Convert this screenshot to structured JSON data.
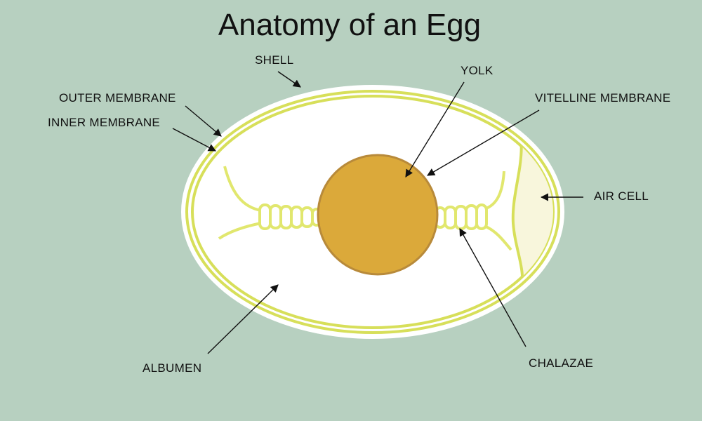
{
  "title": "Anatomy of an Egg",
  "labels": {
    "shell": "SHELL",
    "outer_membrane": "OUTER MEMBRANE",
    "inner_membrane": "INNER MEMBRANE",
    "yolk": "YOLK",
    "vitelline_membrane": "VITELLINE MEMBRANE",
    "air_cell": "AIR CELL",
    "albumen": "ALBUMEN",
    "chalazae": "CHALAZAE"
  },
  "colors": {
    "background": "#b7d0c0",
    "shell": "#ffffff",
    "membrane": "#d7df5a",
    "albumen": "#ffffff",
    "air_cell": "#f8f6dc",
    "chalazae": "#e1e76e",
    "yolk": "#dba93a",
    "yolk_edge": "#b88a3a",
    "text": "#111111"
  }
}
